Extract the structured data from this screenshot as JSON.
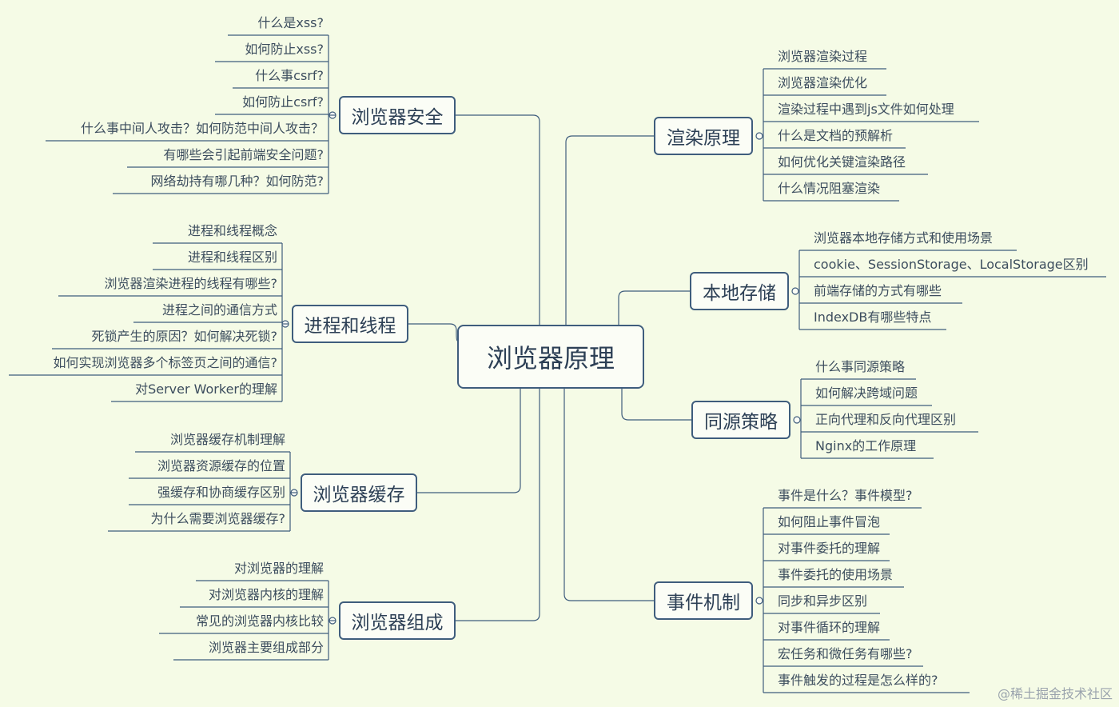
{
  "center": "浏览器原理",
  "left_branches": [
    {
      "id": "security",
      "label": "浏览器安全",
      "items": [
        "什么是xss?",
        "如何防止xss?",
        "什么事csrf?",
        "如何防止csrf?",
        "什么事中间人攻击？如何防范中间人攻击？",
        "有哪些会引起前端安全问题?",
        "网络劫持有哪几种？如何防范?"
      ]
    },
    {
      "id": "process",
      "label": "进程和线程",
      "items": [
        "进程和线程概念",
        "进程和线程区别",
        "浏览器渲染进程的线程有哪些?",
        "进程之间的通信方式",
        "死锁产生的原因？如何解决死锁?",
        "如何实现浏览器多个标签页之间的通信?",
        "对Server Worker的理解"
      ]
    },
    {
      "id": "cache",
      "label": "浏览器缓存",
      "items": [
        "浏览器缓存机制理解",
        "浏览器资源缓存的位置",
        "强缓存和协商缓存区别",
        "为什么需要浏览器缓存?"
      ]
    },
    {
      "id": "composition",
      "label": "浏览器组成",
      "items": [
        "对浏览器的理解",
        "对浏览器内核的理解",
        "常见的浏览器内核比较",
        "浏览器主要组成部分"
      ]
    }
  ],
  "right_branches": [
    {
      "id": "render",
      "label": "渲染原理",
      "items": [
        "浏览器渲染过程",
        "浏览器渲染优化",
        "渲染过程中遇到js文件如何处理",
        "什么是文档的预解析",
        "如何优化关键渲染路径",
        "什么情况阻塞渲染"
      ]
    },
    {
      "id": "storage",
      "label": "本地存储",
      "items": [
        "浏览器本地存储方式和使用场景",
        "cookie、SessionStorage、LocalStorage区别",
        "前端存储的方式有哪些",
        "IndexDB有哪些特点"
      ]
    },
    {
      "id": "sameorigin",
      "label": "同源策略",
      "items": [
        "什么事同源策略",
        "如何解决跨域问题",
        "正向代理和反向代理区别",
        "Nginx的工作原理"
      ]
    },
    {
      "id": "events",
      "label": "事件机制",
      "items": [
        "事件是什么？事件模型?",
        "如何阻止事件冒泡",
        "对事件委托的理解",
        "事件委托的使用场景",
        "同步和异步区别",
        "对事件循环的理解",
        "宏任务和微任务有哪些?",
        "事件触发的过程是怎么样的?"
      ]
    }
  ],
  "watermark": "@稀土掘金技术社区",
  "colors": {
    "background": "#f5fbe6",
    "line": "#3f5d7d",
    "text": "#2c3f55"
  }
}
